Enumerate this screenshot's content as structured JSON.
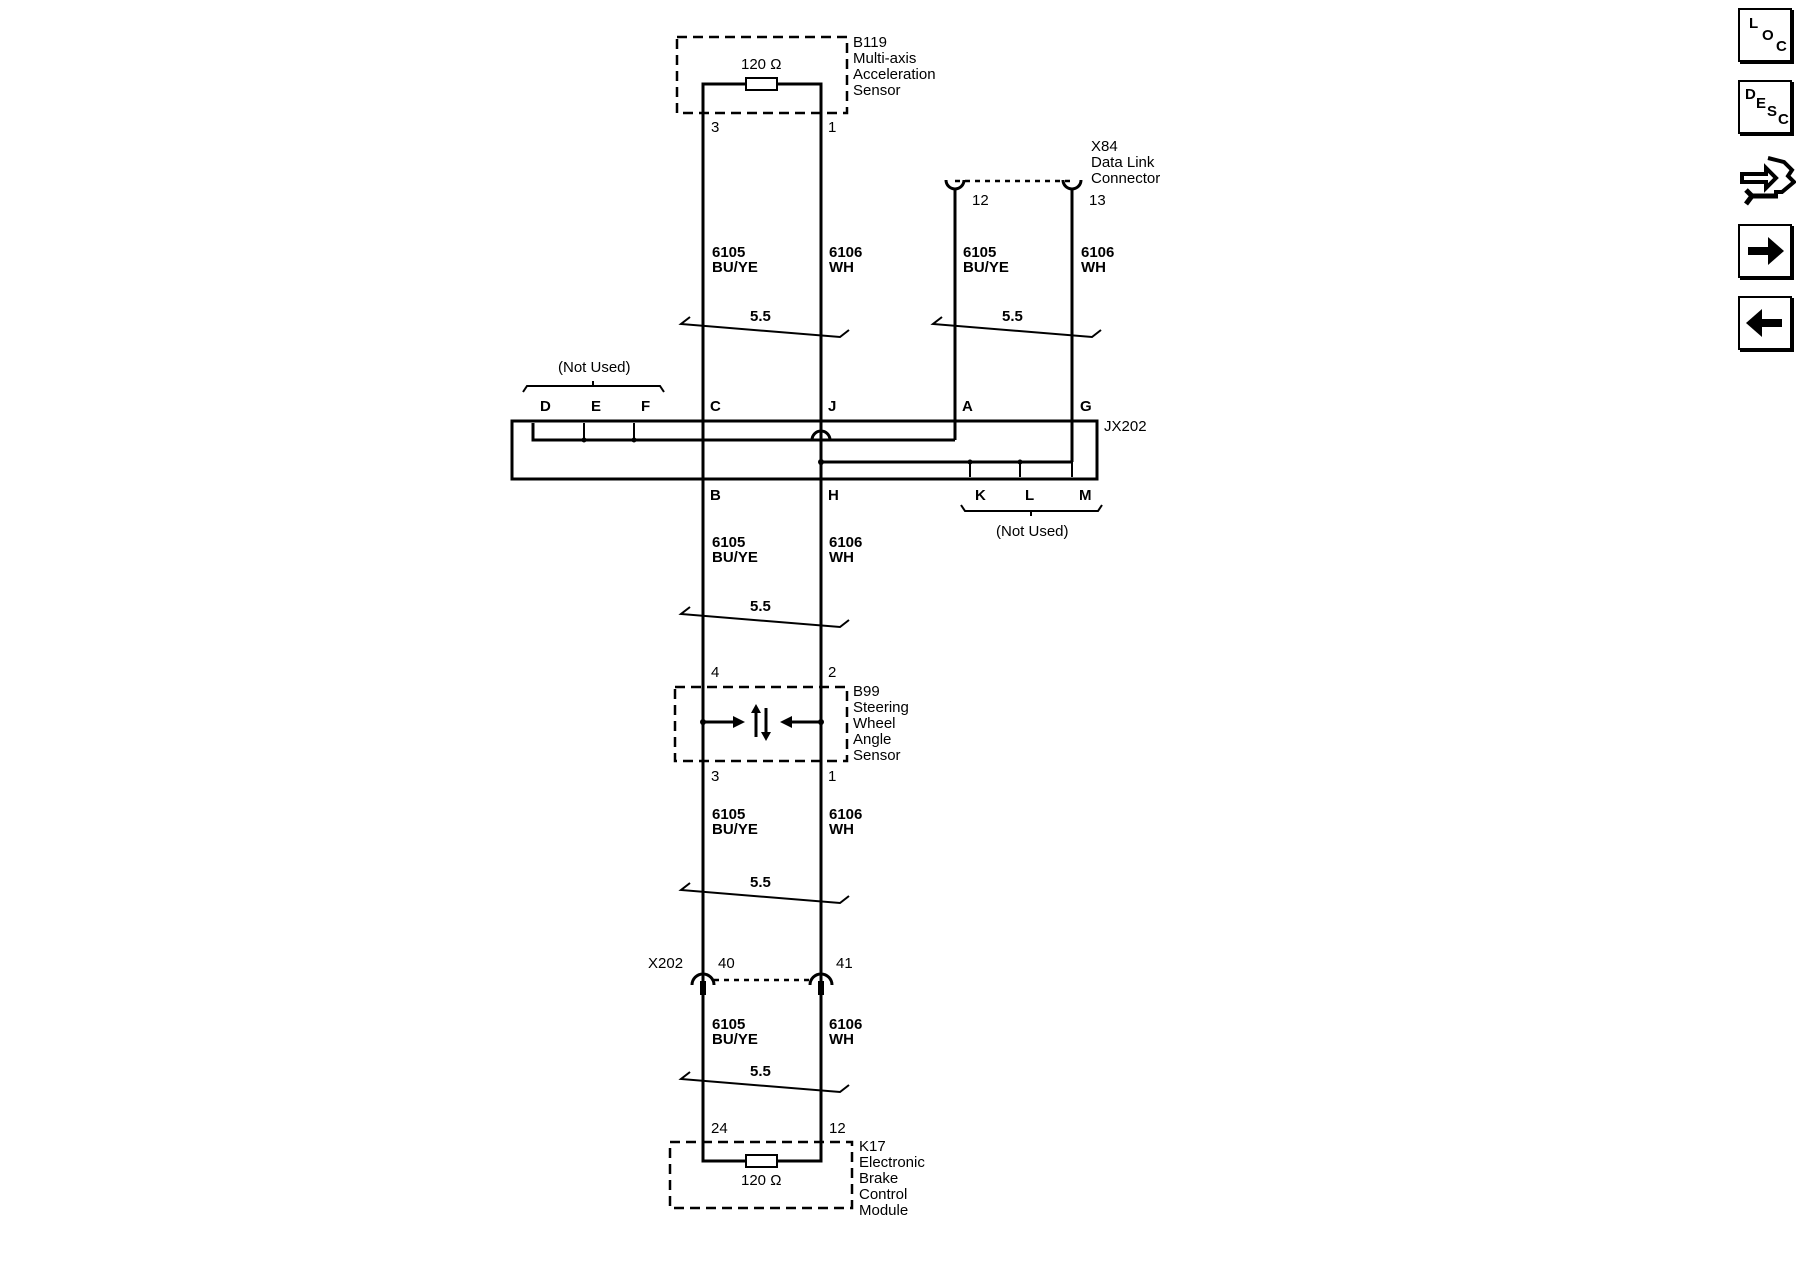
{
  "components": {
    "b119": {
      "ref": "B119",
      "line1": "Multi-axis",
      "line2": "Acceleration",
      "line3": "Sensor",
      "resistor": "120 Ω",
      "pin_left": "3",
      "pin_right": "1"
    },
    "x84": {
      "ref": "X84",
      "line1": "Data Link",
      "line2": "Connector",
      "pin_left": "12",
      "pin_right": "13"
    },
    "jx202": {
      "ref": "JX202",
      "top_pins": [
        "D",
        "E",
        "F",
        "C",
        "J",
        "A",
        "G"
      ],
      "bottom_pins": [
        "B",
        "H",
        "K",
        "L",
        "M"
      ],
      "not_used_top": "(Not Used)",
      "not_used_bottom": "(Not Used)"
    },
    "b99": {
      "ref": "B99",
      "line1": "Steering",
      "line2": "Wheel",
      "line3": "Angle",
      "line4": "Sensor",
      "pin_top_left": "4",
      "pin_top_right": "2",
      "pin_bottom_left": "3",
      "pin_bottom_right": "1"
    },
    "x202": {
      "ref": "X202",
      "pin_left": "40",
      "pin_right": "41"
    },
    "k17": {
      "ref": "K17",
      "line1": "Electronic",
      "line2": "Brake",
      "line3": "Control",
      "line4": "Module",
      "resistor": "120 Ω",
      "pin_left": "24",
      "pin_right": "12"
    }
  },
  "wires": {
    "left": {
      "circuit": "6105",
      "color": "BU/YE"
    },
    "right": {
      "circuit": "6106",
      "color": "WH"
    },
    "twist": "5.5"
  },
  "sidebar": {
    "loc": {
      "letters": [
        "L",
        "O",
        "C"
      ],
      "icon": "location-icon"
    },
    "desc": {
      "letters": [
        "D",
        "E",
        "S",
        "C"
      ],
      "icon": "description-icon"
    },
    "connector": {
      "icon": "connector-repair-icon"
    },
    "next": {
      "icon": "arrow-right-icon"
    },
    "prev": {
      "icon": "arrow-left-icon"
    }
  }
}
